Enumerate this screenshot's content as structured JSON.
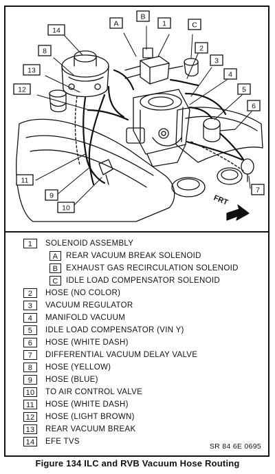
{
  "callouts": {
    "c1": "1",
    "c2": "2",
    "c3": "3",
    "c4": "4",
    "c5": "5",
    "c6": "6",
    "c7": "7",
    "c8": "8",
    "c9": "9",
    "c10": "10",
    "c11": "11",
    "c12": "12",
    "c13": "13",
    "c14": "14",
    "cA": "A",
    "cB": "B",
    "cC": "C",
    "frt": "FRT"
  },
  "legend": [
    {
      "num": "1",
      "text": "SOLENOID ASSEMBLY"
    },
    {
      "num": "A",
      "text": "REAR VACUUM BREAK SOLENOID"
    },
    {
      "num": "B",
      "text": "EXHAUST GAS RECIRCULATION SOLENOID"
    },
    {
      "num": "C",
      "text": "IDLE LOAD COMPENSATOR SOLENOID"
    },
    {
      "num": "2",
      "text": "HOSE (NO COLOR)"
    },
    {
      "num": "3",
      "text": "VACUUM REGULATOR"
    },
    {
      "num": "4",
      "text": "MANIFOLD VACUUM"
    },
    {
      "num": "5",
      "text": "IDLE LOAD COMPENSATOR (VIN Y)"
    },
    {
      "num": "6",
      "text": "HOSE (WHITE DASH)"
    },
    {
      "num": "7",
      "text": "DIFFERENTIAL VACUUM DELAY VALVE"
    },
    {
      "num": "8",
      "text": "HOSE (YELLOW)"
    },
    {
      "num": "9",
      "text": "HOSE (BLUE)"
    },
    {
      "num": "10",
      "text": "TO AIR CONTROL VALVE"
    },
    {
      "num": "11",
      "text": "HOSE (WHITE DASH)"
    },
    {
      "num": "12",
      "text": "HOSE (LIGHT BROWN)"
    },
    {
      "num": "13",
      "text": "REAR VACUUM BREAK"
    },
    {
      "num": "14",
      "text": "EFE TVS"
    }
  ],
  "reference_code": "SR 84 6E 0695",
  "caption": "Figure 134 ILC and RVB Vacuum Hose Routing"
}
